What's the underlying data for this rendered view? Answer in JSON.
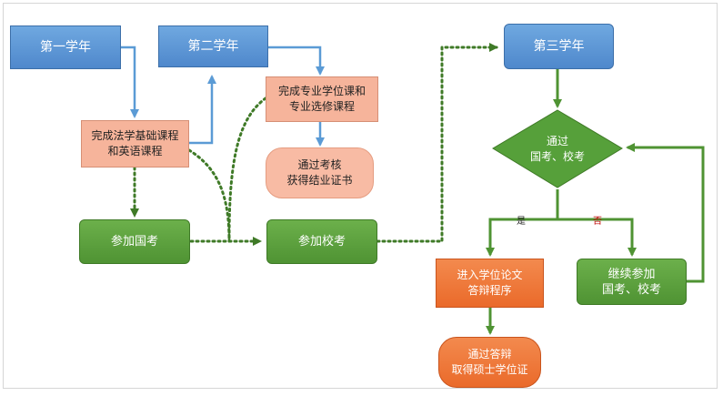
{
  "nodes": {
    "year1": "第一学年",
    "year2": "第二学年",
    "year3": "第三学年",
    "law_basic_courses": "完成法学基础课程\n和英语课程",
    "major_degree_courses": "完成专业学位课和\n专业选修课程",
    "pass_exam_certificate": "通过考核\n获得结业证书",
    "national_exam": "参加国考",
    "school_exam": "参加校考",
    "pass_decision": "通过\n国考、校考",
    "thesis_defense": "进入学位论文\n答辩程序",
    "continue_exams": "继续参加\n国考、校考",
    "master_degree": "通过答辩\n取得硕士学位证"
  },
  "edge_labels": {
    "yes": "是",
    "no": "否"
  },
  "colors": {
    "blue": "#4f88cc",
    "solid_arrow": "#5b9bd5",
    "green": "#4f9333",
    "dotted_arrow": "#3f7a27",
    "salmon": "#f6b49b",
    "orange": "#ea6a2a",
    "no_label": "#c00000"
  }
}
